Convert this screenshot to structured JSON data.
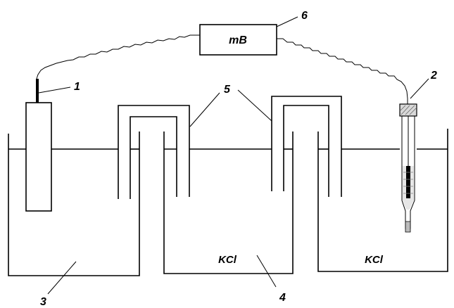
{
  "meter": {
    "label": "mB"
  },
  "labels": {
    "n1": "1",
    "n2": "2",
    "n3": "3",
    "n4": "4",
    "n5": "5",
    "n6": "6"
  },
  "solutions": {
    "middle": "KCl",
    "right": "KCl"
  }
}
